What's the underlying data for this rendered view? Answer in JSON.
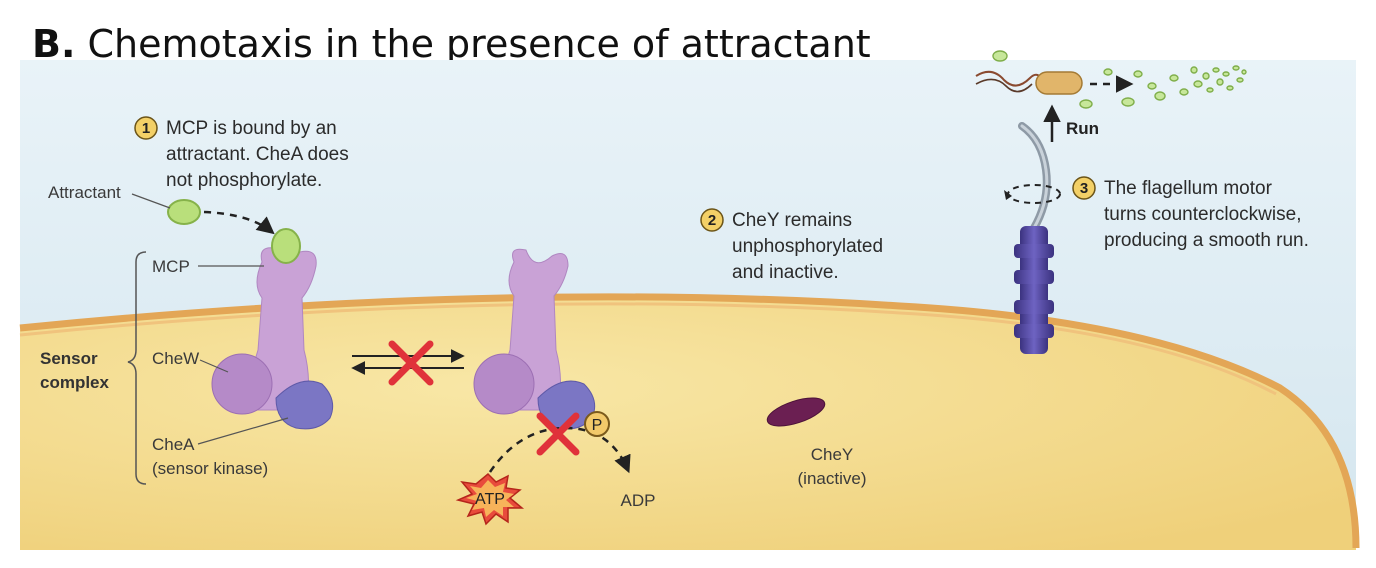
{
  "title": {
    "prefix": "B.",
    "text": "Chemotaxis in the presence of attractant"
  },
  "steps": [
    {
      "num": "1",
      "lines": [
        "MCP is bound by an",
        "attractant. CheA does",
        "not phosphorylate."
      ]
    },
    {
      "num": "2",
      "lines": [
        "CheY remains",
        "unphosphorylated",
        "and inactive."
      ]
    },
    {
      "num": "3",
      "lines": [
        "The flagellum motor",
        "turns counterclockwise,",
        "producing a smooth run."
      ]
    }
  ],
  "labels": {
    "attractant": "Attractant",
    "mcp": "MCP",
    "sensor_complex": [
      "Sensor",
      "complex"
    ],
    "chew": "CheW",
    "chea": [
      "CheA",
      "(sensor kinase)"
    ],
    "atp": "ATP",
    "adp": "ADP",
    "phosphate": "P",
    "chey": [
      "CheY",
      "(inactive)"
    ],
    "run": "Run"
  },
  "colors": {
    "background_top": "#dbeaf2",
    "cytoplasm": "#f5dd8f",
    "membrane": "#e7a958",
    "receptor": "#c79ed4",
    "chea": "#7b76c4",
    "attractant": "#b7dd7a",
    "chey": "#6b1f52",
    "motor": "#4a3f97",
    "inhibit_x": "#e0323a"
  }
}
